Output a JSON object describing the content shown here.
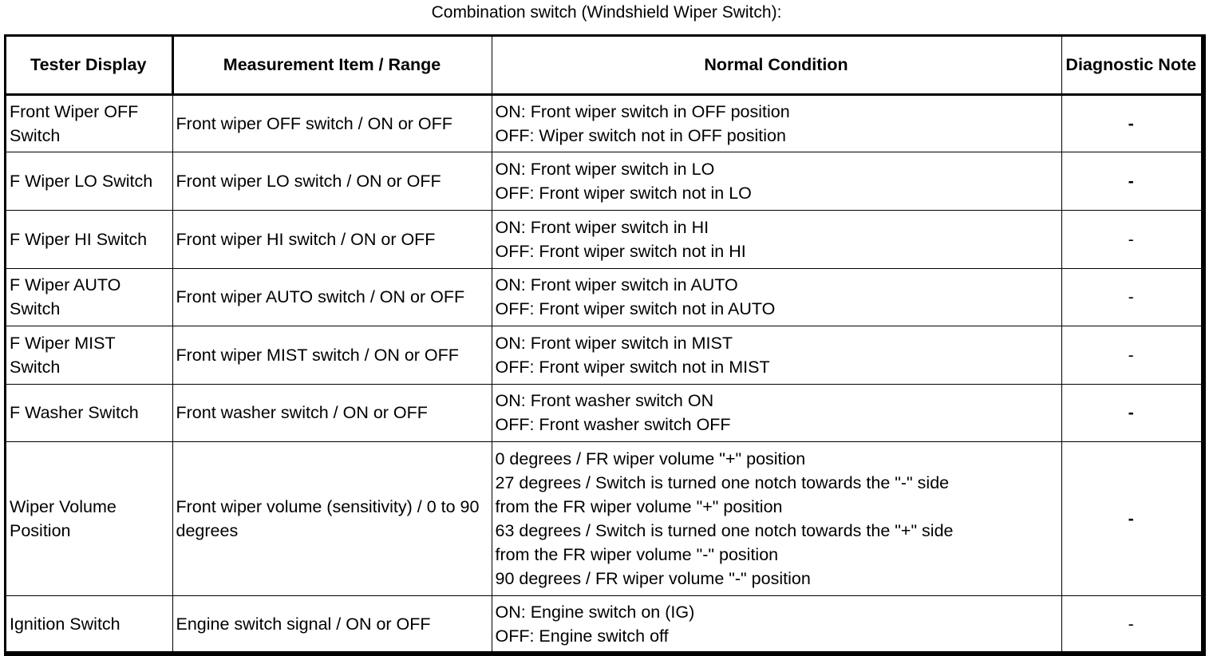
{
  "title": "Combination switch (Windshield Wiper Switch):",
  "headers": {
    "display": "Tester Display",
    "measurement": "Measurement Item / Range",
    "condition": "Normal Condition",
    "note": "Diagnostic Note"
  },
  "rows": [
    {
      "display": "Front Wiper OFF Switch",
      "measurement": "Front wiper OFF switch / ON or OFF",
      "condition": [
        "ON: Front wiper switch in OFF position",
        "OFF: Wiper switch not in OFF position"
      ],
      "note": "-"
    },
    {
      "display": "F Wiper LO Switch",
      "measurement": "Front wiper LO switch / ON or OFF",
      "condition": [
        "ON: Front wiper switch in LO",
        "OFF: Front wiper switch not in LO"
      ],
      "note": "-"
    },
    {
      "display": "F Wiper HI Switch",
      "measurement": "Front wiper HI switch / ON or OFF",
      "condition": [
        "ON: Front wiper switch in HI",
        "OFF: Front wiper switch not in HI"
      ],
      "note": "-"
    },
    {
      "display": "F Wiper AUTO Switch",
      "measurement": "Front wiper AUTO switch / ON or OFF",
      "condition": [
        "ON: Front wiper switch in AUTO",
        "OFF: Front wiper switch not in AUTO"
      ],
      "note": "-"
    },
    {
      "display": "F Wiper MIST Switch",
      "measurement": "Front wiper MIST switch / ON or OFF",
      "condition": [
        "ON: Front wiper switch in MIST",
        "OFF: Front wiper switch not in MIST"
      ],
      "note": "-"
    },
    {
      "display": "F Washer Switch",
      "measurement": "Front washer switch / ON or OFF",
      "condition": [
        "ON: Front washer switch ON",
        "OFF: Front washer switch OFF"
      ],
      "note": "-"
    },
    {
      "display": "Wiper Volume Position",
      "measurement": "Front wiper volume (sensitivity) / 0 to 90 degrees",
      "condition": [
        "0 degrees / FR wiper volume \"+\" position",
        "27 degrees / Switch is turned one notch towards the \"-\" side",
        "from the FR wiper volume \"+\" position",
        "63 degrees / Switch is turned one notch towards the \"+\" side",
        "from the FR wiper volume \"-\" position",
        "90 degrees / FR wiper volume \"-\" position"
      ],
      "note": "-"
    },
    {
      "display": "Ignition Switch",
      "measurement": "Engine switch signal / ON or OFF",
      "condition": [
        "ON: Engine switch on (IG)",
        "OFF: Engine switch off"
      ],
      "note": "-"
    }
  ]
}
